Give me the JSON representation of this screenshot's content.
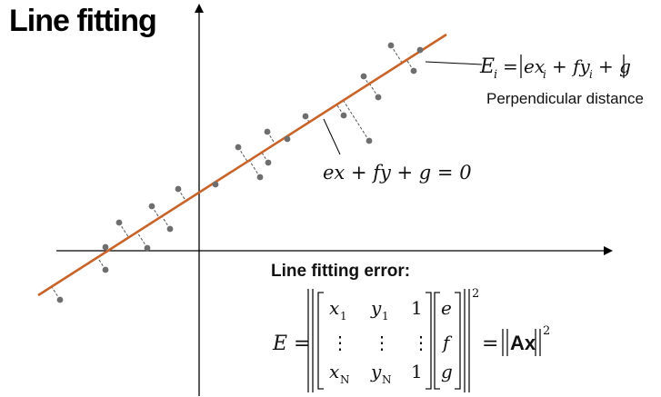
{
  "title": "Line fitting",
  "perpendicular_label": "Perpendicular distance",
  "distance_formula": {
    "lhs": "E",
    "lhs_sub": "i",
    "rhs_terms": [
      "ex",
      "i",
      "+ fy",
      "i",
      "+ g"
    ]
  },
  "line_equation": "ex + fy + g = 0",
  "error_label": "Line fitting error:",
  "error_formula": {
    "lhs": "E =",
    "matrix_rows": [
      [
        "x",
        "1",
        "y",
        "1",
        "1"
      ],
      [
        "⋮",
        "",
        "⋮",
        "",
        "⋮"
      ],
      [
        "x",
        "N",
        "y",
        "N",
        "1"
      ]
    ],
    "vector": [
      "e",
      "f",
      "g"
    ],
    "exponent": "2",
    "rhs_bold": "Ax",
    "rhs_exponent": "2"
  },
  "colors": {
    "fit_line": "#c8642a",
    "points": "#6e6e6e",
    "axes": "#000000"
  }
}
